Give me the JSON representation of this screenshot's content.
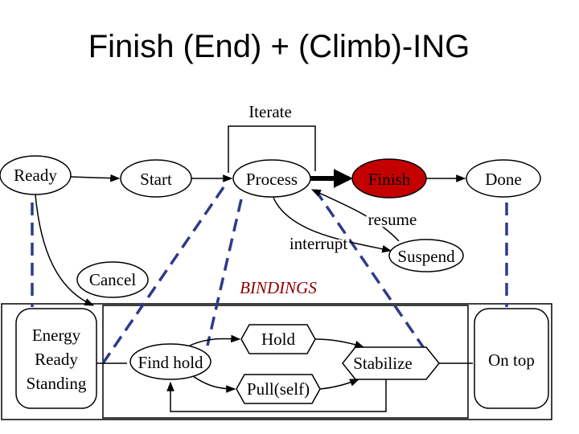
{
  "title": "Finish (End) + (Climb)-ING",
  "colors": {
    "finish_fill": "#c40000",
    "dashed_link": "#2e3a8c",
    "bindings_label": "#8b0000"
  },
  "states": {
    "ready": "Ready",
    "start": "Start",
    "process": "Process",
    "finish": "Finish",
    "done": "Done",
    "cancel": "Cancel",
    "suspend": "Suspend"
  },
  "transitions": {
    "iterate": "Iterate",
    "resume": "resume",
    "interrupt": "interrupt"
  },
  "bindings": {
    "label": "BINDINGS",
    "energy": [
      "Energy",
      "Ready",
      "Standing"
    ],
    "find_hold": "Find hold",
    "hold": "Hold",
    "pull_self": "Pull(self)",
    "stabilize": "Stabilize",
    "on_top": "On top"
  }
}
